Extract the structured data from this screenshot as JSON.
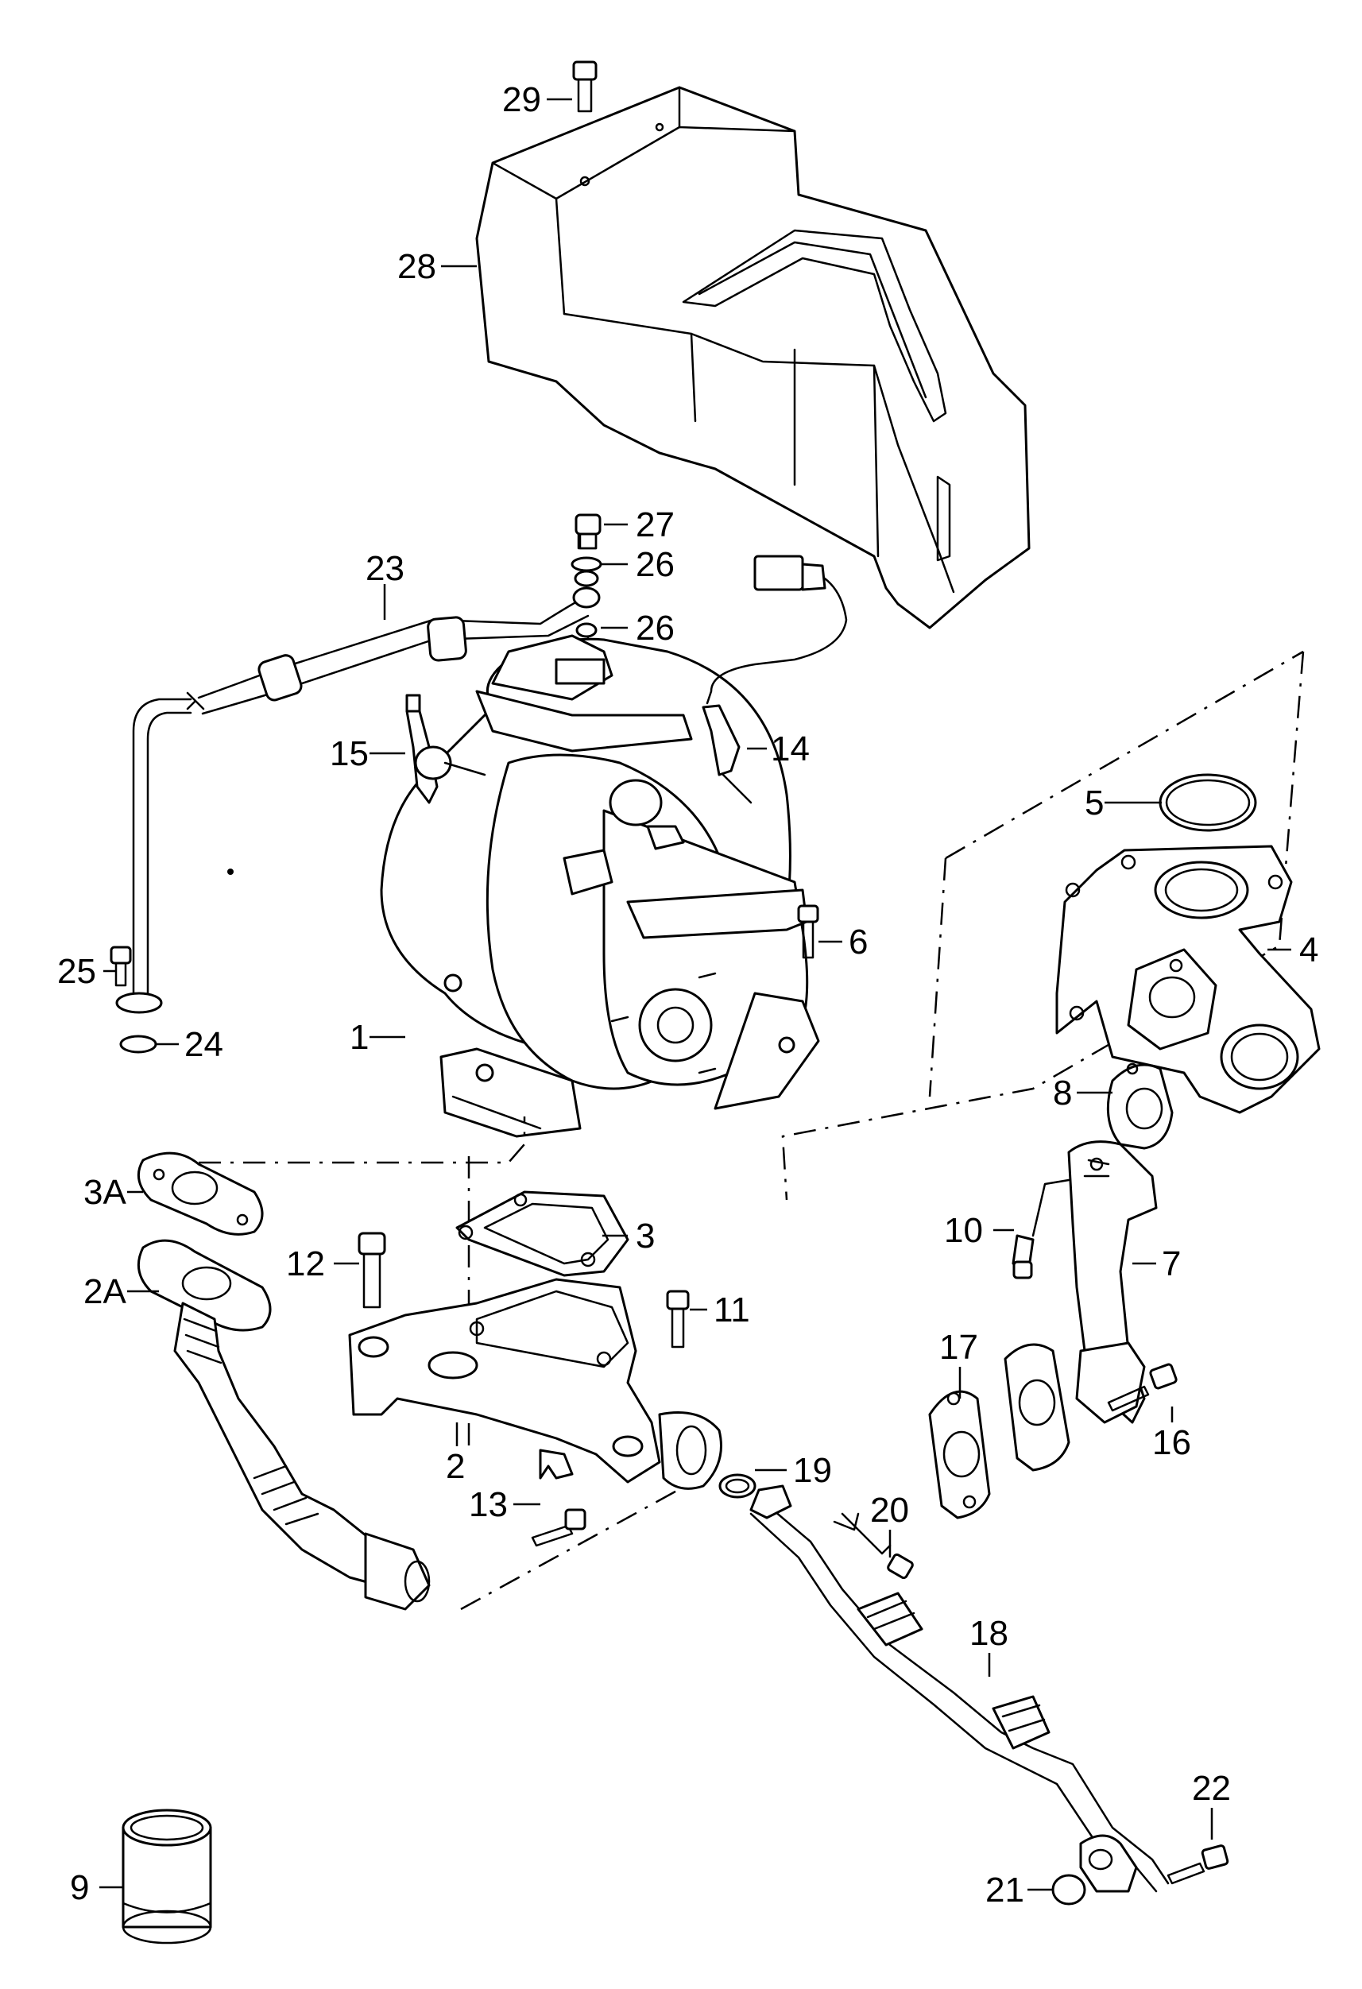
{
  "diagram": {
    "labels": {
      "p1": "1",
      "p2": "2",
      "p2A": "2A",
      "p3": "3",
      "p3A": "3A",
      "p4": "4",
      "p5": "5",
      "p6": "6",
      "p7": "7",
      "p8": "8",
      "p9": "9",
      "p10": "10",
      "p11": "11",
      "p12": "12",
      "p13": "13",
      "p14": "14",
      "p15": "15",
      "p16": "16",
      "p17": "17",
      "p18": "18",
      "p19": "19",
      "p20": "20",
      "p21": "21",
      "p22": "22",
      "p23": "23",
      "p24": "24",
      "p25": "25",
      "p26a": "26",
      "p26b": "26",
      "p27": "27",
      "p28": "28",
      "p29": "29"
    }
  }
}
